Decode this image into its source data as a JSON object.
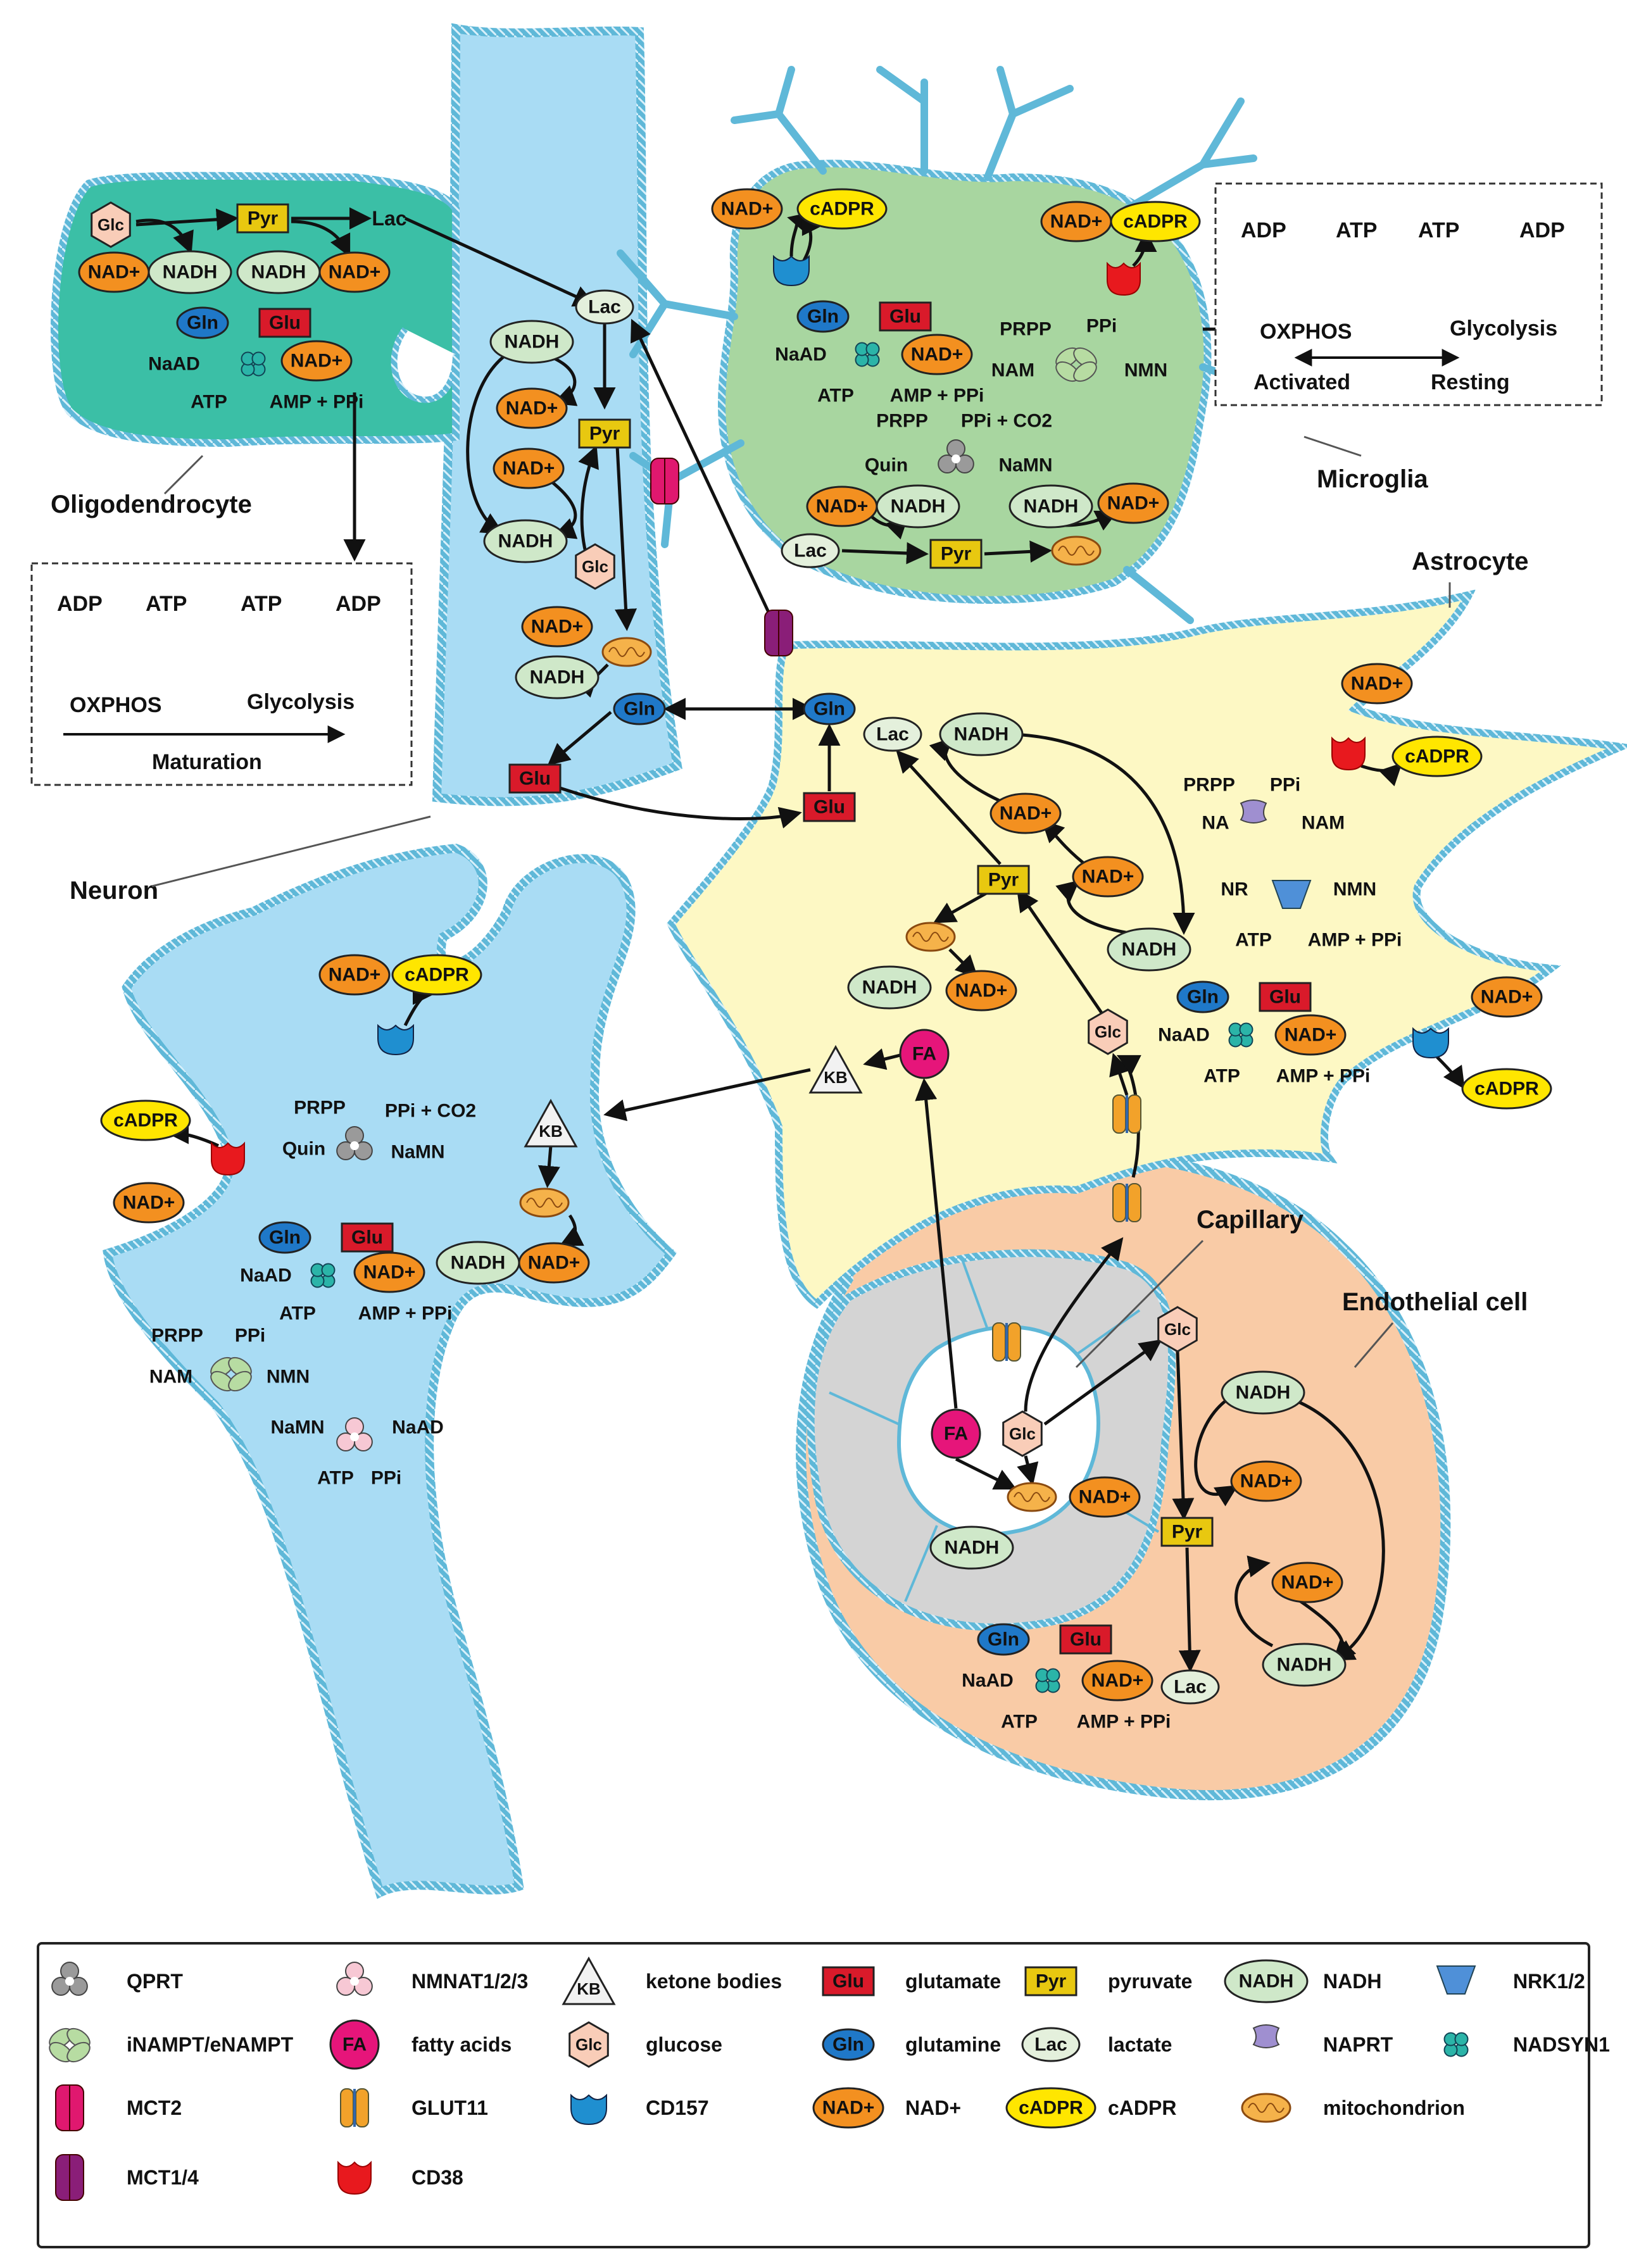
{
  "cells": {
    "oligodendrocyte": "Oligodendrocyte",
    "microglia": "Microglia",
    "astrocyte": "Astrocyte",
    "neuron": "Neuron",
    "capillary": "Capillary",
    "endothelial": "Endothelial cell"
  },
  "terms": {
    "nad": "NAD+",
    "nadh": "NADH",
    "cadpr": "cADPR",
    "glc": "Glc",
    "pyr": "Pyr",
    "lac": "Lac",
    "gln": "Gln",
    "glu": "Glu",
    "fa": "FA",
    "kb": "KB",
    "naad": "NaAD",
    "atp": "ATP",
    "adp": "ADP",
    "amp_ppi": "AMP + PPi",
    "prpp": "PRPP",
    "ppi": "PPi",
    "ppi_co2": "PPi + CO2",
    "quin": "Quin",
    "namn": "NaMN",
    "nam": "NAM",
    "nmn": "NMN",
    "na": "NA",
    "nr": "NR",
    "oxphos": "OXPHOS",
    "glycolysis": "Glycolysis",
    "activated": "Activated",
    "resting": "Resting",
    "maturation": "Maturation"
  },
  "legend": [
    {
      "label": "QPRT",
      "icon": "qprt-icon"
    },
    {
      "label": "iNAMPT/eNAMPT",
      "icon": "nampt-icon"
    },
    {
      "label": "MCT2",
      "icon": "mct2-icon"
    },
    {
      "label": "MCT1/4",
      "icon": "mct14-icon"
    },
    {
      "label": "NMNAT1/2/3",
      "icon": "nmnat-icon"
    },
    {
      "label": "fatty acids",
      "icon": "fa-icon"
    },
    {
      "label": "GLUT11",
      "icon": "glut-icon"
    },
    {
      "label": "CD38",
      "icon": "cd38-icon"
    },
    {
      "label": "ketone bodies",
      "icon": "kb-icon"
    },
    {
      "label": "glucose",
      "icon": "glc-icon"
    },
    {
      "label": "CD157",
      "icon": "cd157-icon"
    },
    {
      "label": "glutamate",
      "icon": "glu-icon"
    },
    {
      "label": "glutamine",
      "icon": "gln-icon"
    },
    {
      "label": "NAD+",
      "icon": "nad-icon"
    },
    {
      "label": "pyruvate",
      "icon": "pyr-icon"
    },
    {
      "label": "lactate",
      "icon": "lac-icon"
    },
    {
      "label": "cADPR",
      "icon": "cadpr-icon"
    },
    {
      "label": "NADH",
      "icon": "nadh-icon"
    },
    {
      "label": "NAPRT",
      "icon": "naprt-icon"
    },
    {
      "label": "mitochondrion",
      "icon": "mito-icon"
    },
    {
      "label": "NRK1/2",
      "icon": "nrk-icon"
    },
    {
      "label": "NADSYN1",
      "icon": "nadsyn-icon"
    }
  ],
  "colors": {
    "nad": "#f39020",
    "nadh": "#cfe8c9",
    "cadpr": "#ffe600",
    "glu": "#d91a2a",
    "gln": "#1f78c8",
    "pyr": "#e8c810",
    "lac": "#e4f0dc",
    "glc": "#f9cdb8",
    "fa": "#e6157a",
    "membrane": "#5fb8d8",
    "neuron": "#a9dcf4",
    "astrocyte": "#fdf8c4",
    "microglia": "#a8d6a0",
    "oligodendrocyte": "#3bbfa6",
    "endothelial": "#f9cba6",
    "capillary": "#d4d4d4"
  }
}
